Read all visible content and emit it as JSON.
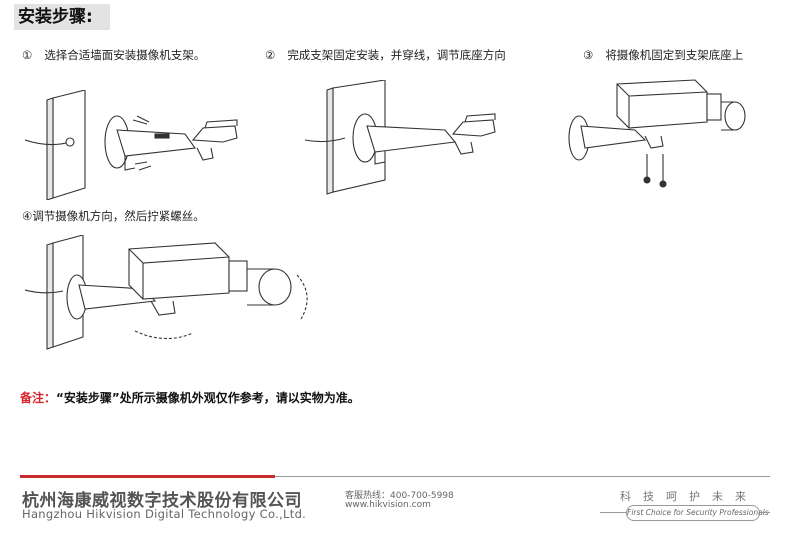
{
  "title": "安装步骤:",
  "steps": [
    {
      "num": "①",
      "text": "选择合适墙面安装摄像机支架。"
    },
    {
      "num": "②",
      "text": "完成支架固定安装，并穿线，调节底座方向"
    },
    {
      "num": "③",
      "text": "将摄像机固定到支架底座上"
    },
    {
      "num": "④",
      "text": "调节摄像机方向，然后拧紧螺丝。"
    }
  ],
  "note": {
    "label": "备注：",
    "text": "“安装步骤”处所示摄像机外观仅作参考，请以实物为准。"
  },
  "footer": {
    "company_cn": "杭州海康威视数字技术股份有限公司",
    "company_en": "Hangzhou Hikvision Digital Technology Co.,Ltd.",
    "hotline": "客服热线：400-700-5998",
    "website": "www.hikvision.com",
    "slogan_cn": "科技呵护未来",
    "slogan_en": "First Choice for Security Professionals"
  },
  "colors": {
    "accent_red": "#d8262c",
    "rule_red": "#c92a2a",
    "footer_gray": "#666666"
  }
}
